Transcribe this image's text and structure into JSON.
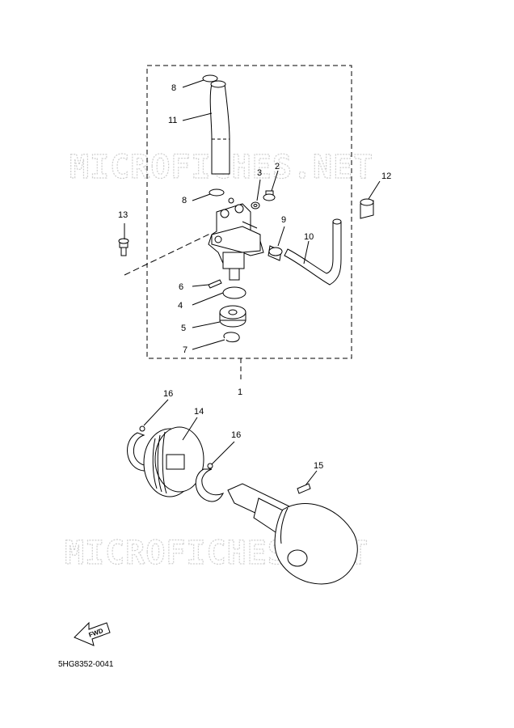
{
  "watermark": "MICROFICHES.NET",
  "fwd_label": "FWD",
  "diagram_code": "5HG8352-0041",
  "callouts": [
    "1",
    "2",
    "3",
    "4",
    "5",
    "6",
    "7",
    "8",
    "8",
    "9",
    "10",
    "11",
    "12",
    "13",
    "14",
    "15",
    "16",
    "16"
  ]
}
